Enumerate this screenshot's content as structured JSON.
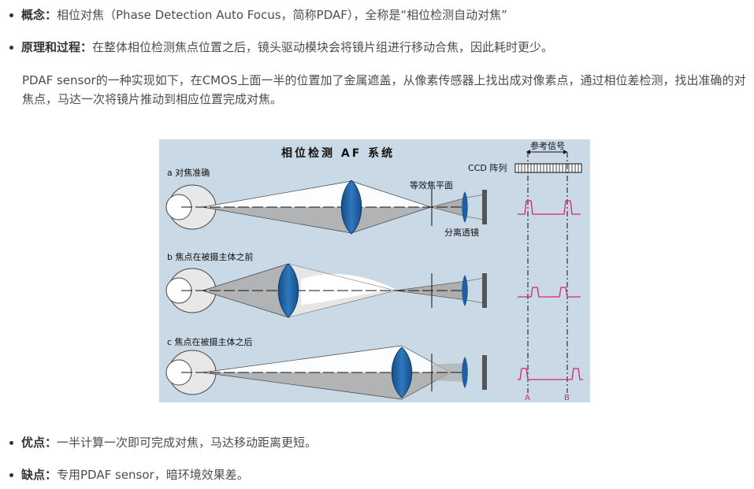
{
  "items": [
    {
      "term": "概念：",
      "text": "相位对焦（Phase Detection Auto Focus，简称PDAF），全称是“相位检测自动对焦”"
    },
    {
      "term": "原理和过程：",
      "text": "在整体相位检测焦点位置之后，镜头驱动模块会将镜片组进行移动合焦，因此耗时更少。"
    }
  ],
  "paragraph": "PDAF sensor的一种实现如下，在CMOS上面一半的位置加了金属遮盖，从像素传感器上找出成对像素点，通过相位差检测，找出准确的对焦点，马达一次将镜片推动到相应位置完成对焦。",
  "figure": {
    "title": "相位检测 AF 系统",
    "reference_signal": "参考信号",
    "ccd_label": "CCD 阵列",
    "equivalent_focal_plane": "等效焦平面",
    "separator_lens": "分离透镜",
    "case_a": "a 对焦准确",
    "case_b": "b 焦点在被摄主体之前",
    "case_c": "c 焦点在被摄主体之后",
    "marker_a": "A",
    "marker_b": "B",
    "colors": {
      "background": "#c9d9e6",
      "lens": "#1f5fa0",
      "signal": "#e0207a"
    }
  },
  "items_bottom": [
    {
      "term": "优点：",
      "text": "一半计算一次即可完成对焦，马达移动距离更短。"
    },
    {
      "term": "缺点：",
      "text": "专用PDAF sensor，暗环境效果差。"
    }
  ]
}
